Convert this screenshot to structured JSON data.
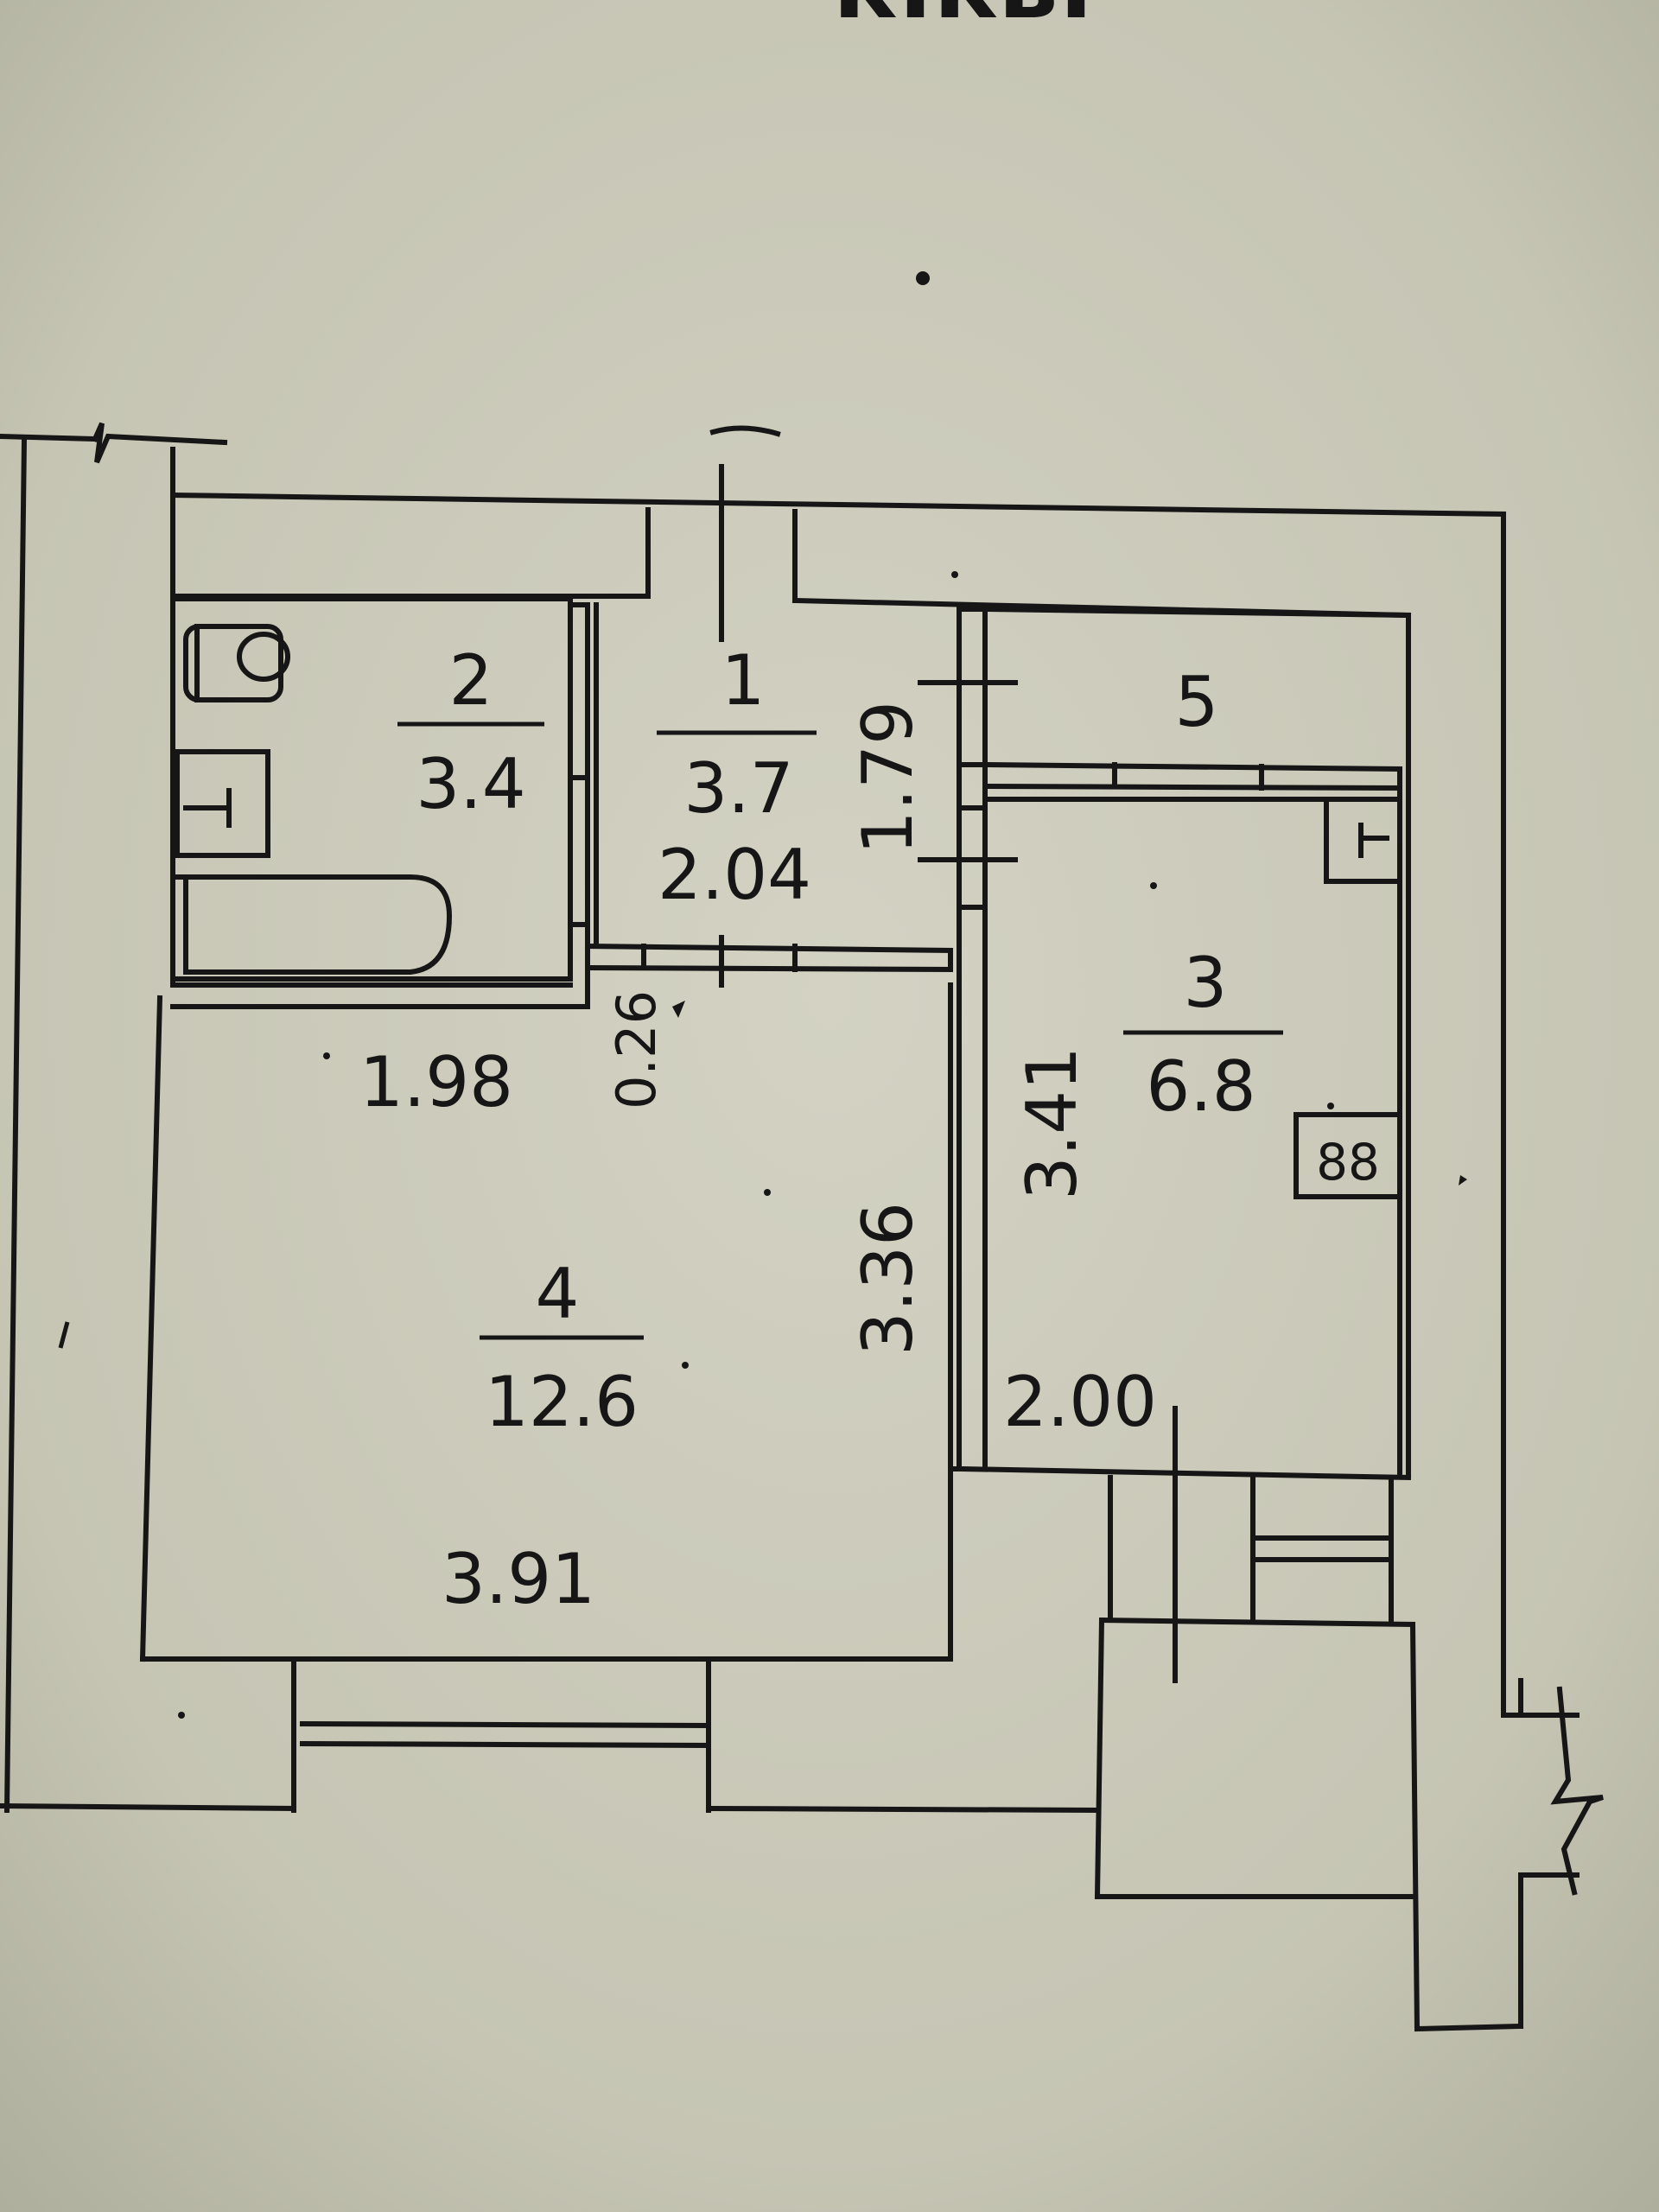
{
  "header": {
    "partial_text": "- к.кв."
  },
  "rooms": [
    {
      "id": "1",
      "number": "1",
      "area": "3.7"
    },
    {
      "id": "2",
      "number": "2",
      "area": "3.4"
    },
    {
      "id": "3",
      "number": "3",
      "area": "6.8"
    },
    {
      "id": "4",
      "number": "4",
      "area": "12.6"
    },
    {
      "id": "5",
      "number": "5",
      "area": ""
    }
  ],
  "dimensions": {
    "d179": "1.79",
    "d204": "2.04",
    "d198": "1.98",
    "d026": "0.26",
    "d336": "3.36",
    "d341": "3.41",
    "d200": "2.00",
    "d391": "3.91"
  },
  "fixtures": {
    "stove_label": "88"
  },
  "colors": {
    "paper": "#c9c8b8",
    "ink": "#161616"
  }
}
